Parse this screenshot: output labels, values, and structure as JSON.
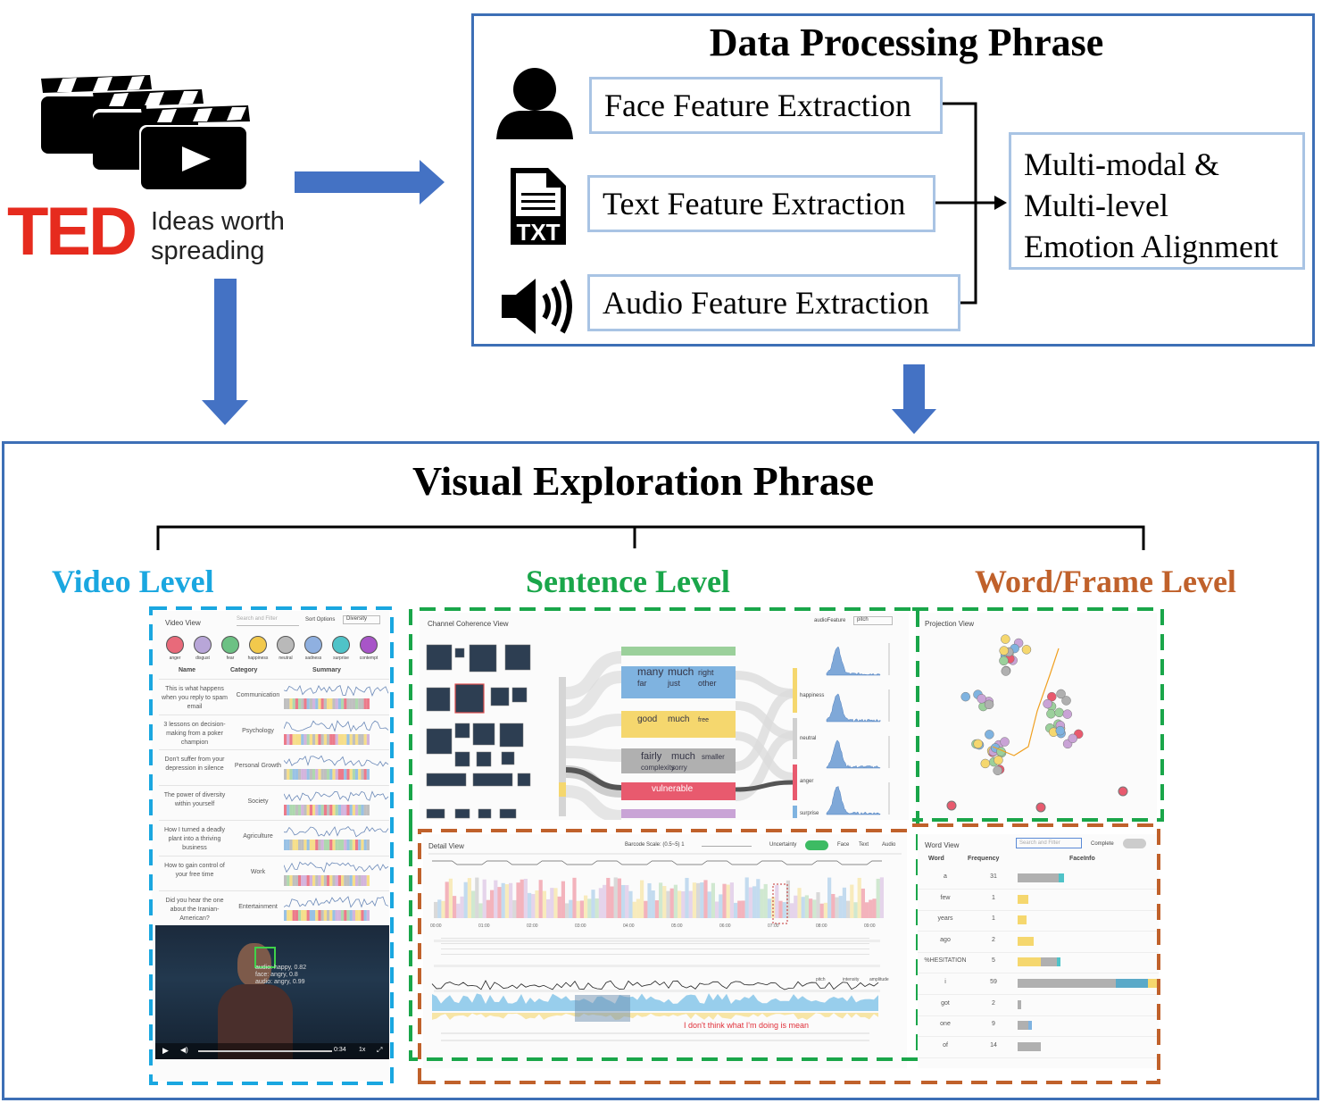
{
  "ted": {
    "logo": "TED",
    "tagline_line1": "Ideas worth",
    "tagline_line2": "spreading"
  },
  "data_processing": {
    "title": "Data Processing Phrase",
    "face": "Face Feature Extraction",
    "text": "Text Feature Extraction",
    "audio": "Audio Feature Extraction",
    "txt_icon_label": "TXT",
    "alignment_lines": [
      "Multi-modal &",
      "Multi-level",
      "Emotion Alignment"
    ]
  },
  "visual_exploration": {
    "title": "Visual Exploration Phrase",
    "video_level": "Video Level",
    "sentence_level": "Sentence Level",
    "word_level": "Word/Frame Level"
  },
  "colors": {
    "arrow": "#4472c4",
    "panel_border": "#3d6fb6",
    "box_border": "#a9c4e4",
    "video_level": "#1aa7e0",
    "sentence_level": "#1aa64a",
    "word_level": "#c0612b",
    "ted_red": "#e62b1e"
  },
  "video_view": {
    "title": "Video View",
    "search_placeholder": "Search and Filter",
    "sort_label": "Sort Options",
    "sort_value": "Diversity",
    "emotions": [
      "anger",
      "disgust",
      "fear",
      "happiness",
      "neutral",
      "sadness",
      "surprise",
      "contempt"
    ],
    "columns": [
      "Name",
      "Category",
      "Summary"
    ],
    "rows": [
      {
        "name": "This is what happens when you reply to spam email",
        "category": "Communication"
      },
      {
        "name": "3 lessons on decision-making from a poker champion",
        "category": "Psychology"
      },
      {
        "name": "Don't suffer from your depression in silence",
        "category": "Personal Growth"
      },
      {
        "name": "The power of diversity within yourself",
        "category": "Society"
      },
      {
        "name": "How I turned a deadly plant into a thriving business",
        "category": "Agriculture"
      },
      {
        "name": "How to gain control of your free time",
        "category": "Work"
      },
      {
        "name": "Did you hear the one about the Iranian-American?",
        "category": "Entertainment"
      }
    ],
    "video_overlay": [
      "audio: happy, 0.82",
      "face: angry, 0.8",
      "audio: angry, 0.99"
    ],
    "video_time": "0:34",
    "video_rate": "1x"
  },
  "channel_view": {
    "title": "Channel Coherence View",
    "audio_feature_label": "audioFeature",
    "audio_feature_value": "pitch",
    "words_blue": [
      "many",
      "much",
      "right",
      "far",
      "just",
      "other"
    ],
    "words_yellow": [
      "good",
      "much",
      "free"
    ],
    "words_gray": [
      "fairly",
      "much",
      "smaller",
      "complexity",
      "sorry"
    ],
    "highlight_word": "vulnerable",
    "emotion_labels": [
      "happiness",
      "neutral",
      "anger",
      "surprise"
    ]
  },
  "projection_view": {
    "title": "Projection View"
  },
  "detail_view": {
    "title": "Detail View",
    "barcode_label": "Barcode Scale: (0.5~5) 1",
    "uncertainty_label": "Uncertainty",
    "channels": [
      "Face",
      "Text",
      "Audio"
    ],
    "times": [
      "00:00",
      "01:00",
      "02:00",
      "03:00",
      "04:00",
      "05:00",
      "06:00",
      "07:00",
      "08:00",
      "09:00"
    ],
    "legend": [
      "pitch",
      "intensity",
      "amplitude"
    ],
    "highlight_sentence": "I don't think what I'm doing is mean"
  },
  "word_view": {
    "title": "Word View",
    "search_placeholder": "Search and Filter",
    "complete_label": "Complete",
    "columns": [
      "Word",
      "Frequency",
      "FaceInfo"
    ],
    "rows": [
      {
        "word": "a",
        "freq": "31"
      },
      {
        "word": "few",
        "freq": "1"
      },
      {
        "word": "years",
        "freq": "1"
      },
      {
        "word": "ago",
        "freq": "2"
      },
      {
        "word": "%HESITATION",
        "freq": "5"
      },
      {
        "word": "i",
        "freq": "59"
      },
      {
        "word": "got",
        "freq": "2"
      },
      {
        "word": "one",
        "freq": "9"
      },
      {
        "word": "of",
        "freq": "14"
      }
    ]
  }
}
